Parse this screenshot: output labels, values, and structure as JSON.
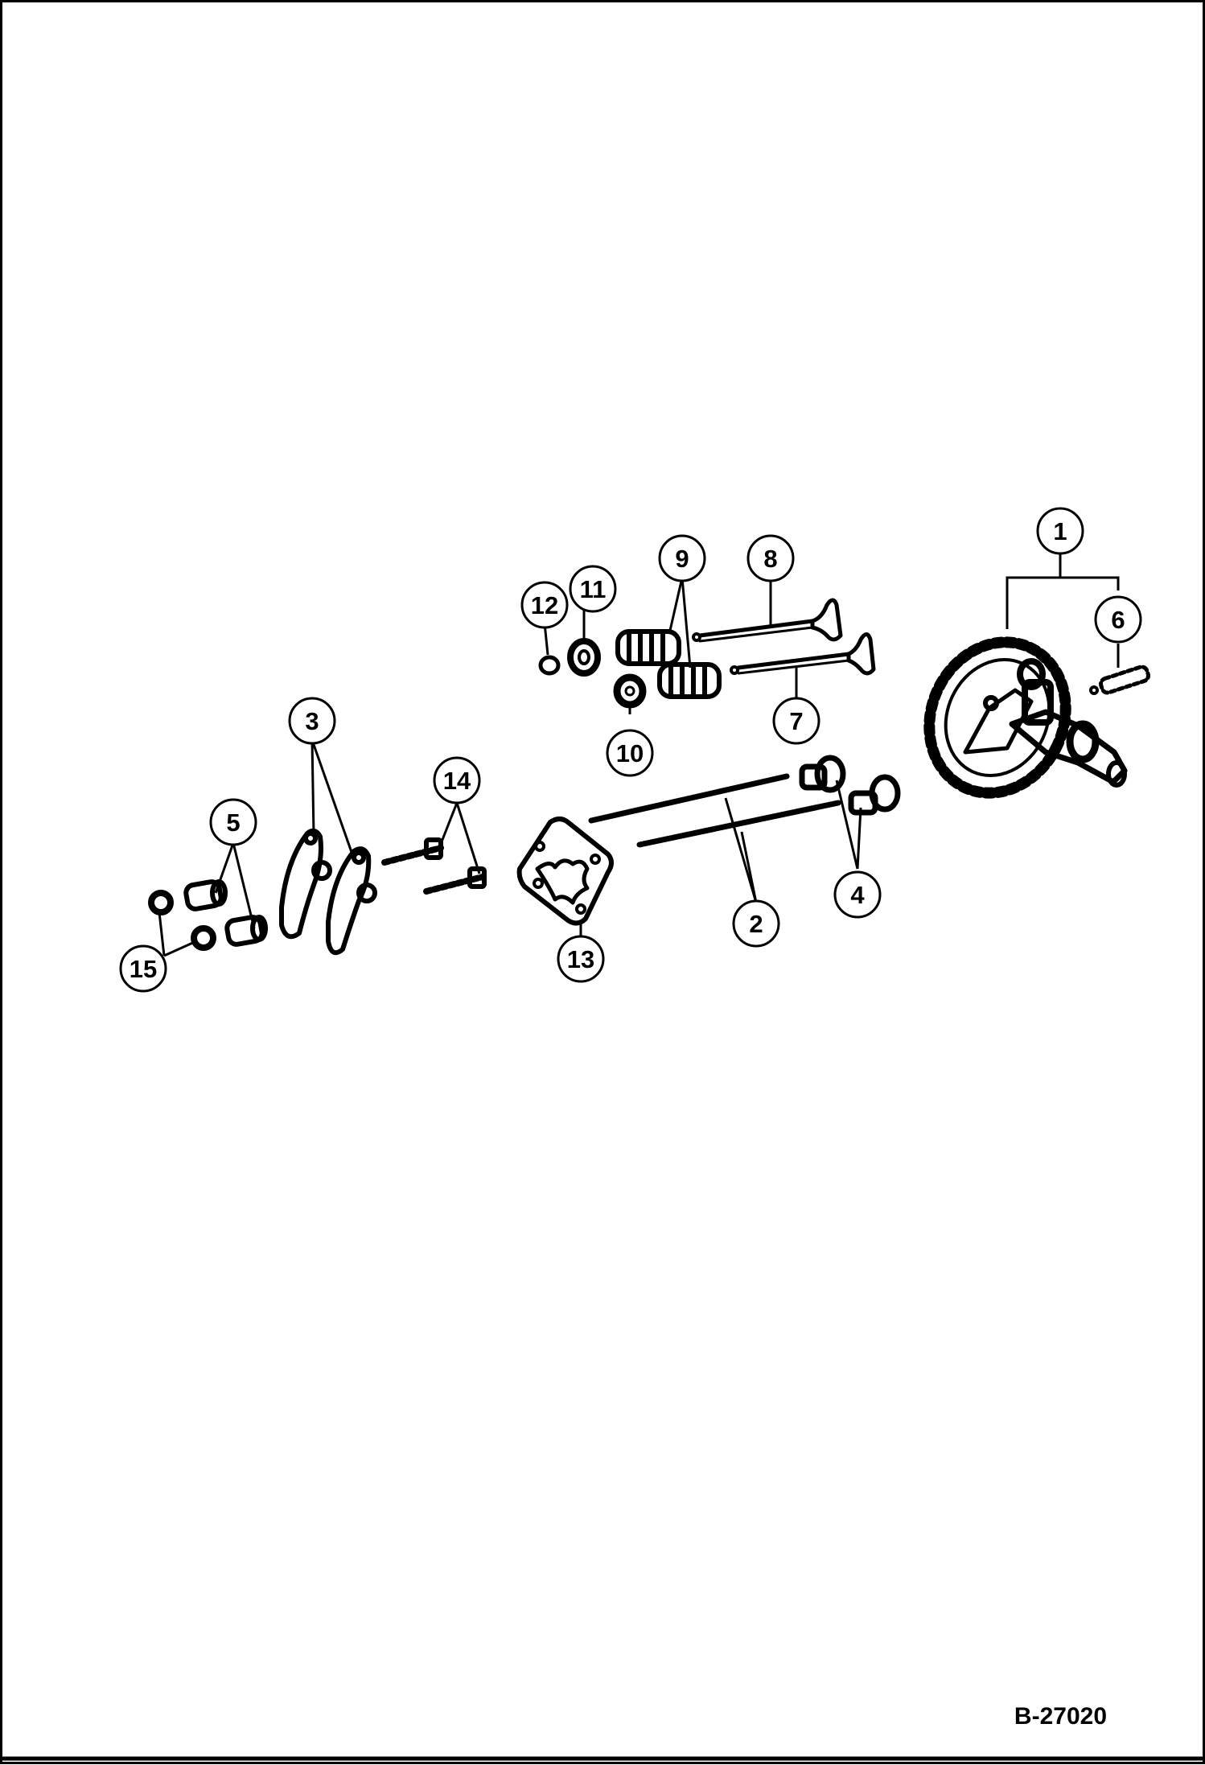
{
  "diagram": {
    "reference": "B-27020",
    "callouts": [
      {
        "id": "1",
        "label": "1"
      },
      {
        "id": "2",
        "label": "2"
      },
      {
        "id": "3",
        "label": "3"
      },
      {
        "id": "4",
        "label": "4"
      },
      {
        "id": "5",
        "label": "5"
      },
      {
        "id": "6",
        "label": "6"
      },
      {
        "id": "7",
        "label": "7"
      },
      {
        "id": "8",
        "label": "8"
      },
      {
        "id": "9",
        "label": "9"
      },
      {
        "id": "10",
        "label": "10"
      },
      {
        "id": "11",
        "label": "11"
      },
      {
        "id": "12",
        "label": "12"
      },
      {
        "id": "13",
        "label": "13"
      },
      {
        "id": "14",
        "label": "14"
      },
      {
        "id": "15",
        "label": "15"
      }
    ]
  }
}
